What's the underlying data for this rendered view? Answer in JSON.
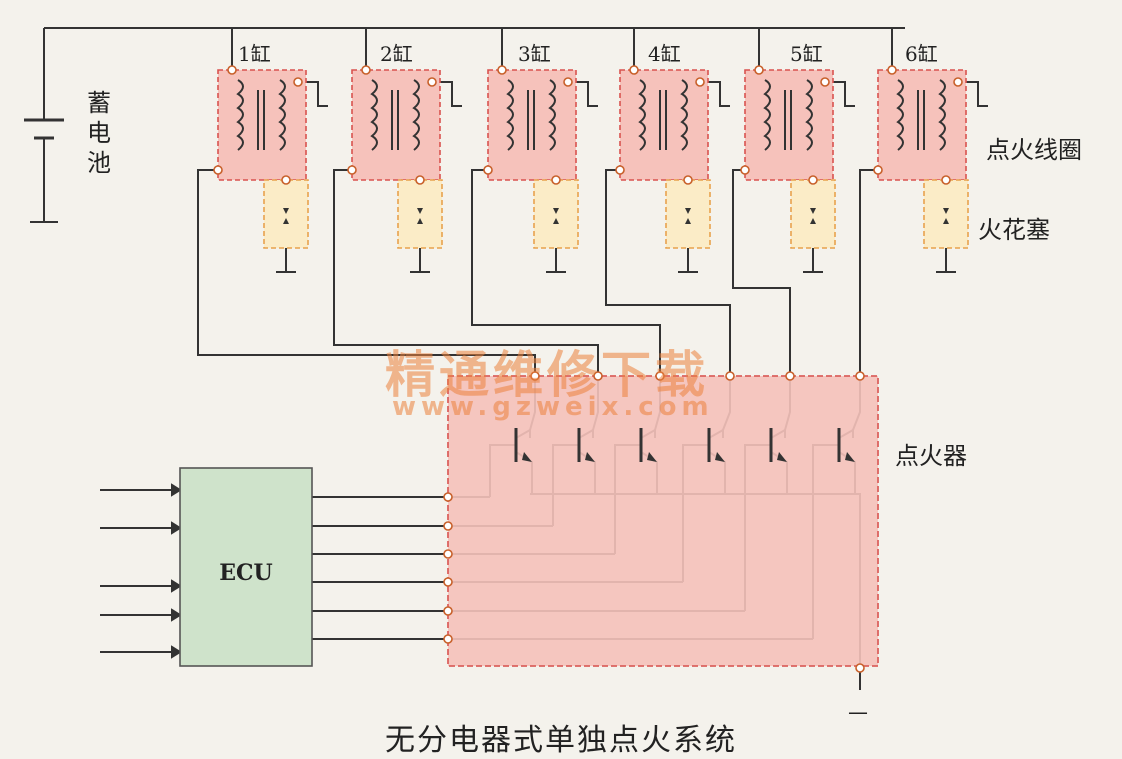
{
  "labels": {
    "battery": [
      "蓄",
      "电",
      "池"
    ],
    "cylinders": [
      "1缸",
      "2缸",
      "3缸",
      "4缸",
      "5缸",
      "6缸"
    ],
    "ignition_coil": "点火线圈",
    "spark_plug": "火花塞",
    "igniter": "点火器",
    "ecu": "ECU",
    "ground": "—"
  },
  "watermark": {
    "text": "精通维修下载",
    "url": "www.gzweix.com"
  },
  "caption": "无分电器式单独点火系统",
  "colors": {
    "box_fill": "#f6c2bb",
    "box_border": "#d9534f",
    "plug_fill": "#fbecc7",
    "plug_border": "#e8a24d",
    "ecu_fill": "#cfe3cb",
    "wire": "#333333",
    "watermark": "#eb823c"
  }
}
